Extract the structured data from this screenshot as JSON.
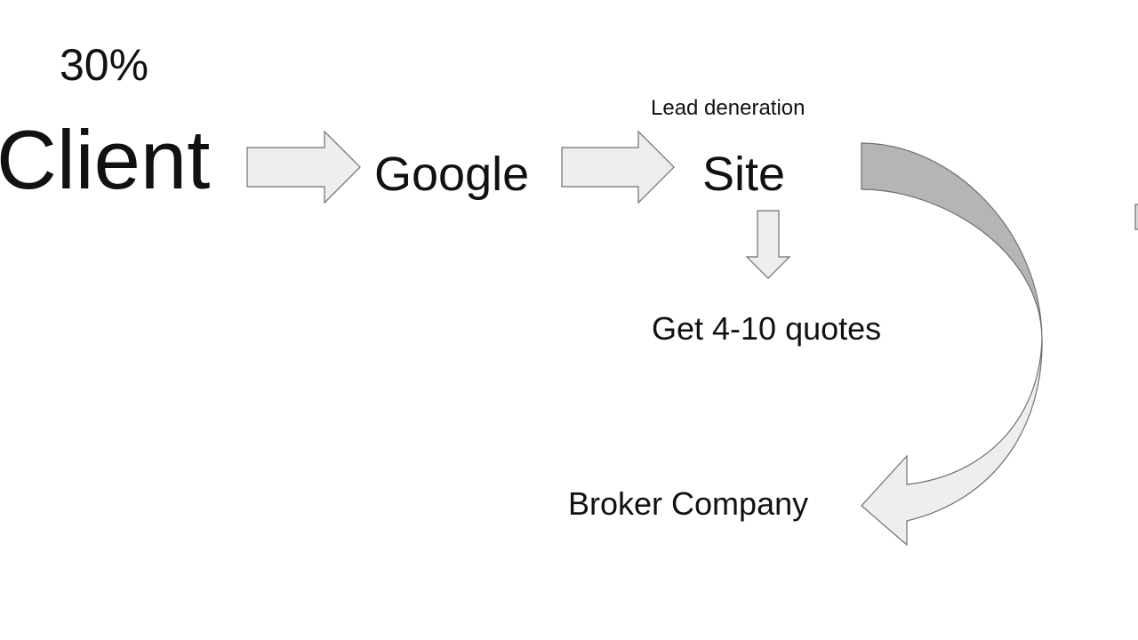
{
  "diagram": {
    "percent_label": "30%",
    "nodes": {
      "client": "Client",
      "google": "Google",
      "site": "Site",
      "quotes": "Get 4-10 quotes",
      "broker": "Broker Company"
    },
    "annotations": {
      "lead_generation": "Lead deneration"
    }
  },
  "colors": {
    "arrow_fill": "#eeeeee",
    "arrow_stroke": "#6f6f6f",
    "curve_back_fill": "#b5b5b5",
    "text": "#111111"
  }
}
